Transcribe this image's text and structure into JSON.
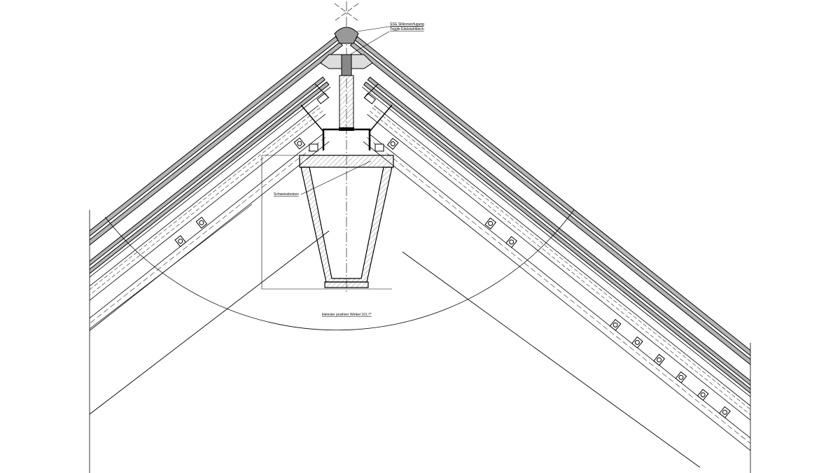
{
  "drawing": {
    "labels": {
      "sealant": "SSG Silikonverfugung",
      "cover": "Toggle Edelstahlblech",
      "weld_stud": "Schweissbolzen",
      "angle": "kleinster positiver Winkel 101,7°"
    },
    "colors": {
      "line": "#000000",
      "glass": "#b5b5b5",
      "hatch": "#555555",
      "gasket": "#333333"
    }
  }
}
